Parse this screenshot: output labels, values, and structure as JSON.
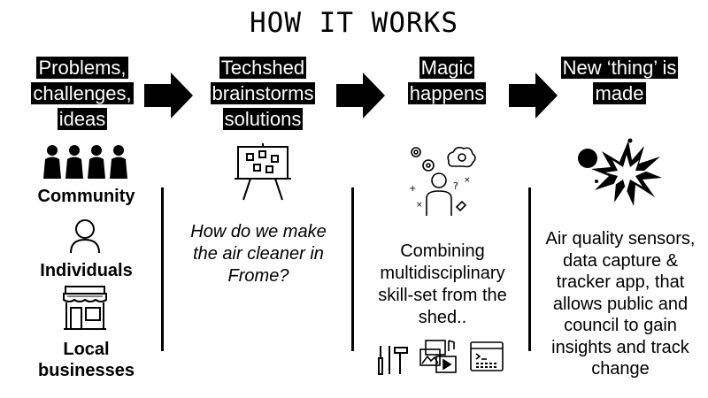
{
  "title": "HOW IT WORKS",
  "steps": [
    {
      "lines": [
        "Problems,",
        "challenges,",
        "ideas"
      ]
    },
    {
      "lines": [
        "Techshed",
        "brainstorms",
        "solutions"
      ]
    },
    {
      "lines": [
        "Magic",
        "happens"
      ]
    },
    {
      "lines": [
        "New ‘thing’ is",
        "made"
      ]
    }
  ],
  "groups": {
    "community": "Community",
    "individuals": "Individuals",
    "local_businesses": [
      "Local",
      "businesses"
    ]
  },
  "question": [
    "How do we make",
    "the air cleaner in",
    "Frome?"
  ],
  "combining": [
    "Combining",
    "multidisciplinary",
    "skill-set from the",
    "shed.."
  ],
  "outcome": [
    "Air quality sensors,",
    "data capture &",
    "tracker app, that",
    "allows public and",
    "council to gain",
    "insights and track",
    "change"
  ],
  "icons": [
    "community-icon",
    "person-icon",
    "shop-icon",
    "whiteboard-icon",
    "thinking-person-icon",
    "tools-icon",
    "media-icon",
    "code-icon",
    "explosion-icon"
  ]
}
